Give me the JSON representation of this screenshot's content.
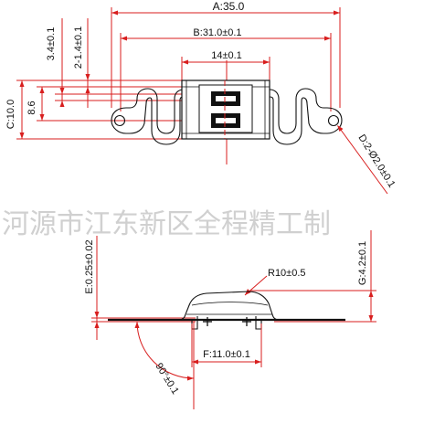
{
  "top_view": {
    "dim_a": "A:35.0",
    "dim_b": "B:31.0±0.1",
    "dim_width": "14±0.1",
    "dim_c": "C:10.0",
    "dim_86": "8.6",
    "dim_34": "3.4±0.1",
    "dim_214": "2-1.4±0.1",
    "dim_d": "D:2-Ø2.0±0.1"
  },
  "side_view": {
    "dim_e": "E:0.25±0.02",
    "dim_r": "R10±0.5",
    "dim_g": "G:4.2±0.1",
    "dim_f": "F:11.0±0.1",
    "dim_angle": "90°±0.1"
  },
  "watermark": "河源市江东新区全程精工制"
}
